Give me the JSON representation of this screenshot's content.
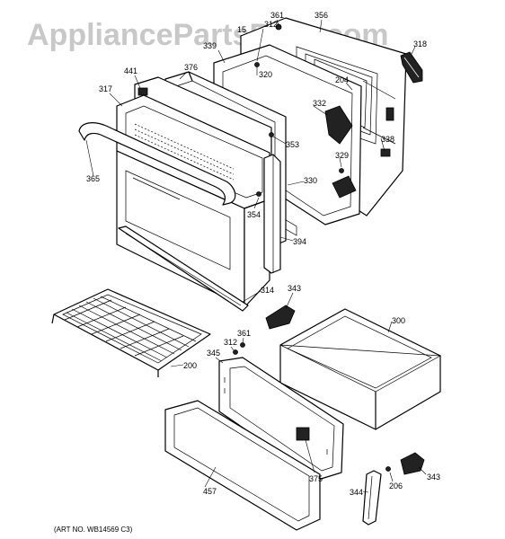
{
  "watermark": "AppliancePartsPros.com",
  "art_number": "(ART NO. WB14569 C3)",
  "part_labels": {
    "p361_top": "361",
    "p312_top": "312",
    "p15": "15",
    "p356": "356",
    "p318": "318",
    "p339": "339",
    "p320": "320",
    "p441": "441",
    "p376": "376",
    "p204": "204",
    "p317": "317",
    "p332": "332",
    "p353": "353",
    "p338": "338",
    "p329": "329",
    "p365": "365",
    "p330": "330",
    "p354": "354",
    "p394": "394",
    "p314": "314",
    "p343_top": "343",
    "p300": "300",
    "p361_bottom": "361",
    "p312_bottom": "312",
    "p345": "345",
    "p200": "200",
    "p375": "375",
    "p457": "457",
    "p344": "344",
    "p206": "206",
    "p343_bottom": "343"
  }
}
